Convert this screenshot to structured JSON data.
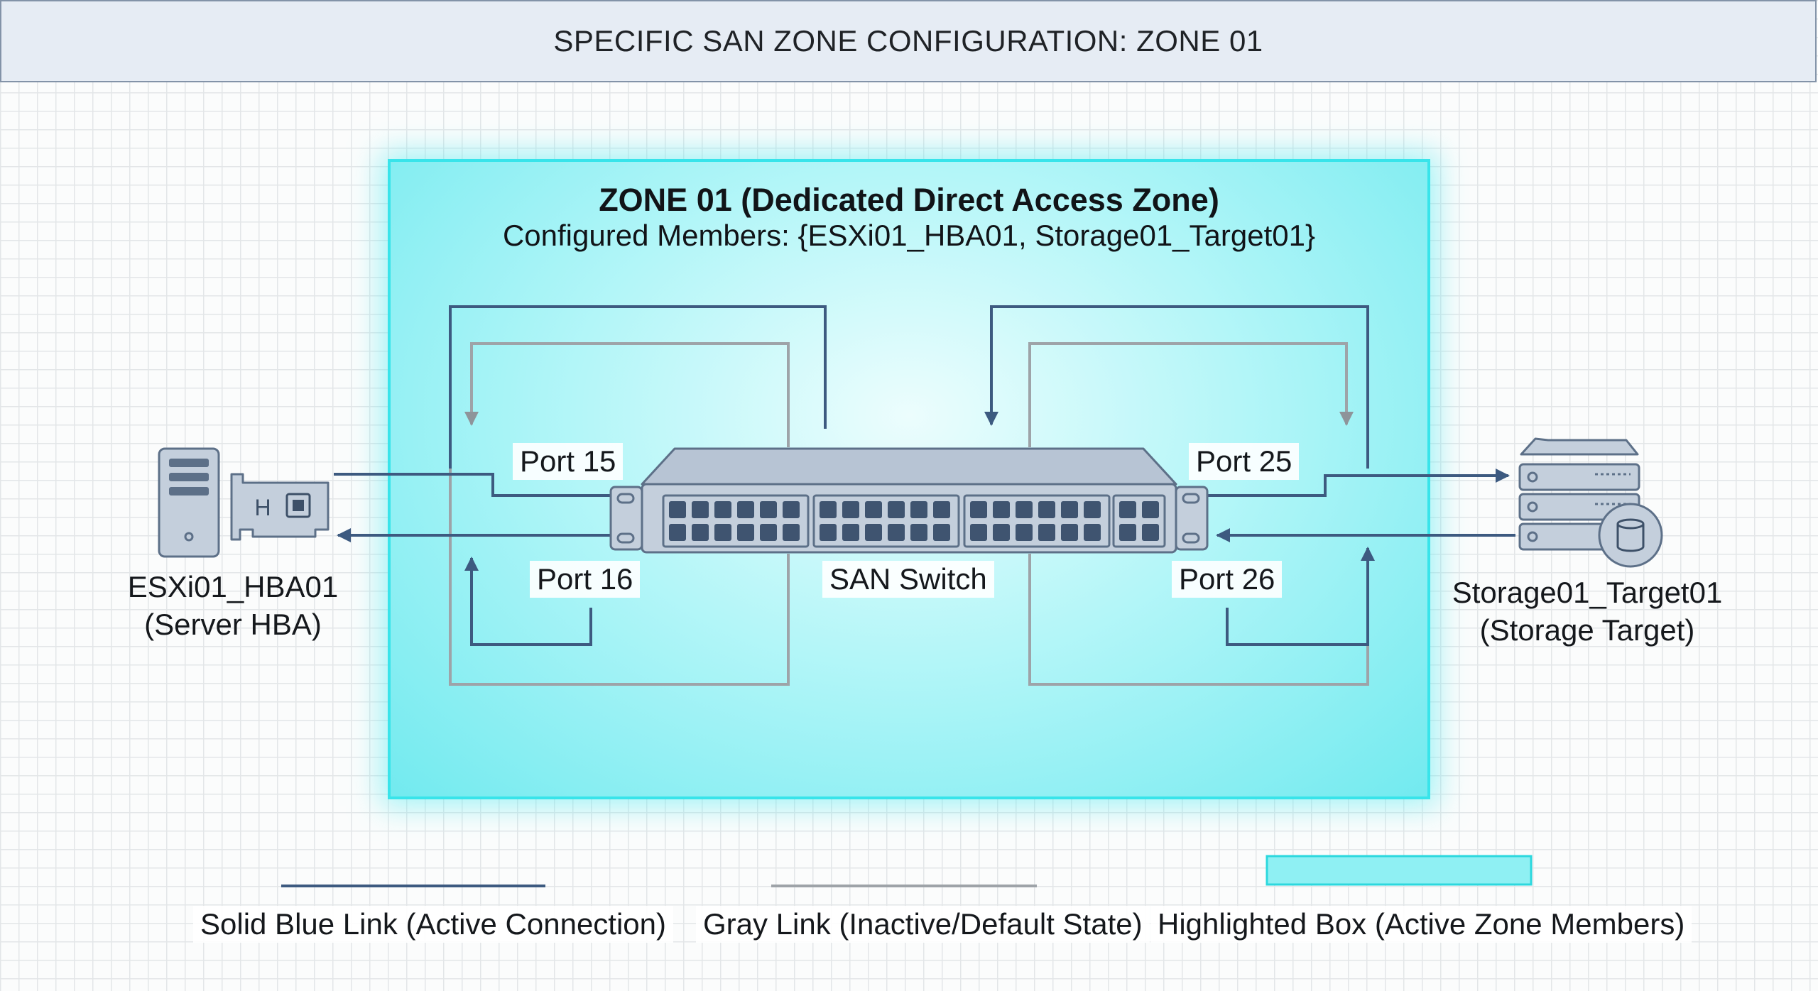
{
  "title": "SPECIFIC SAN ZONE CONFIGURATION: ZONE 01",
  "zone": {
    "name": "ZONE 01 (Dedicated Direct Access Zone)",
    "members": "Configured Members: {ESXi01_HBA01, Storage01_Target01}"
  },
  "ports": {
    "p15": "Port 15",
    "p16": "Port 16",
    "p25": "Port 25",
    "p26": "Port 26"
  },
  "switch": {
    "label": "SAN Switch",
    "icon": "network-switch-icon"
  },
  "server": {
    "name": "ESXi01_HBA01",
    "role": "(Server HBA)",
    "icon": "server-hba-icon",
    "hba_letter": "H"
  },
  "storage": {
    "name": "Storage01_Target01",
    "role": "(Storage Target)",
    "icon": "storage-array-icon"
  },
  "legend": {
    "blue": "Solid Blue Link (Active Connection)",
    "gray": "Gray Link (Inactive/Default State)",
    "highlight": "Highlighted Box (Active Zone Members)"
  },
  "colors": {
    "active_link": "#3d5a80",
    "inactive_link": "#9ea3a8",
    "zone_highlight": "#38e4ea",
    "title_bar": "#e6ecf4"
  }
}
